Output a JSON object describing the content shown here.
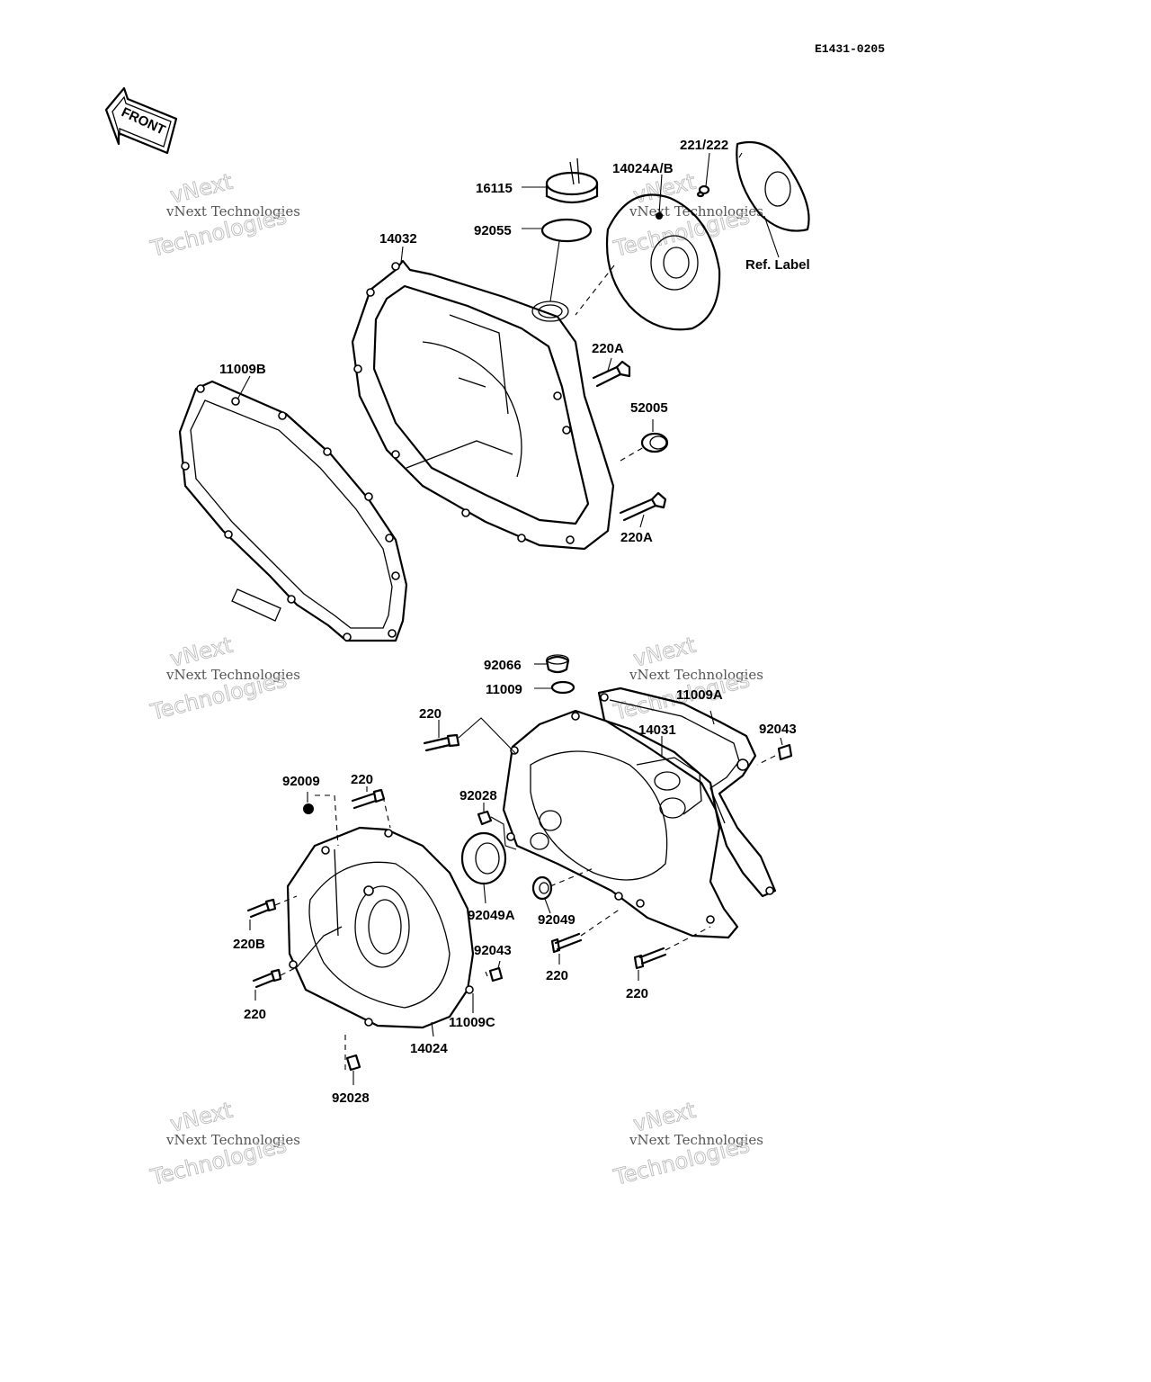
{
  "document_number": "E1431-0205",
  "front_arrow_text": "FRONT",
  "watermark": {
    "line1": "vNext Technologies",
    "line2": "vNext",
    "line3": "Technologies"
  },
  "labels": {
    "p221_222": "221/222",
    "p14024ab": "14024A/B",
    "p16115": "16115",
    "p92055": "92055",
    "p14032": "14032",
    "ref_label": "Ref. Label",
    "p220a_top": "220A",
    "p52005": "52005",
    "p220a_bottom": "220A",
    "p11009b": "11009B",
    "p92066": "92066",
    "p11009": "11009",
    "p11009a": "11009A",
    "p14031": "14031",
    "p92043_right": "92043",
    "p220_upper": "220",
    "p92009": "92009",
    "p220_mid": "220",
    "p92028_upper": "92028",
    "p92049a": "92049A",
    "p92049": "92049",
    "p220b": "220B",
    "p92043_left": "92043",
    "p220_center": "220",
    "p220_right": "220",
    "p220_left": "220",
    "p11009c": "11009C",
    "p14024": "14024",
    "p92028_lower": "92028"
  }
}
